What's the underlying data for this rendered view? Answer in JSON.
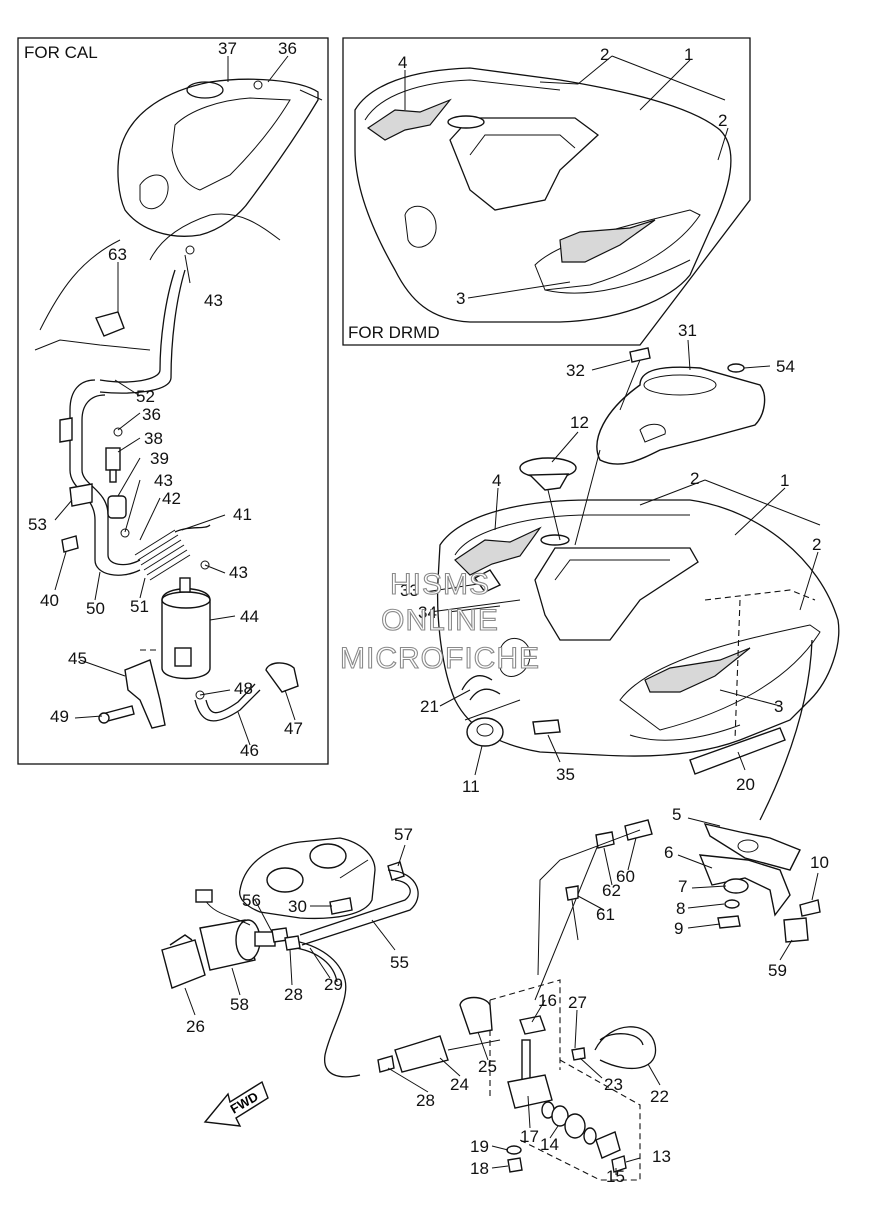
{
  "insets": {
    "cal": {
      "label": "FOR CAL"
    },
    "drmd": {
      "label": "FOR DRMD"
    }
  },
  "watermark": {
    "line1": "HISMS",
    "line2": "ONLINE",
    "line3": "MICROFICHE"
  },
  "fwd_label": "FWD",
  "callouts": {
    "c37": "37",
    "c36a": "36",
    "c63": "63",
    "c43a": "43",
    "c52": "52",
    "c36b": "36",
    "c38": "38",
    "c39": "39",
    "c43b": "43",
    "c42": "42",
    "c41": "41",
    "c43c": "43",
    "c53": "53",
    "c40": "40",
    "c50": "50",
    "c51": "51",
    "c44": "44",
    "c45": "45",
    "c48": "48",
    "c47": "47",
    "c49": "49",
    "c46": "46",
    "c4a": "4",
    "c2a": "2",
    "c1a": "1",
    "c2b": "2",
    "c3a": "3",
    "c31": "31",
    "c32": "32",
    "c54": "54",
    "c12": "12",
    "c4b": "4",
    "c2c": "2",
    "c1b": "1",
    "c2d": "2",
    "c33": "33",
    "c34": "34",
    "c21": "21",
    "c3b": "3",
    "c11": "11",
    "c35": "35",
    "c20": "20",
    "c57": "57",
    "c5": "5",
    "c6": "6",
    "c10": "10",
    "c7": "7",
    "c8": "8",
    "c9": "9",
    "c59": "59",
    "c62": "62",
    "c60": "60",
    "c61": "61",
    "c56": "56",
    "c30": "30",
    "c55": "55",
    "c28a": "28",
    "c29": "29",
    "c26": "26",
    "c58": "58",
    "c16": "16",
    "c27": "27",
    "c25": "25",
    "c24": "24",
    "c23": "23",
    "c22": "22",
    "c28b": "28",
    "c17": "17",
    "c14": "14",
    "c19": "19",
    "c13": "13",
    "c18": "18",
    "c15": "15"
  }
}
